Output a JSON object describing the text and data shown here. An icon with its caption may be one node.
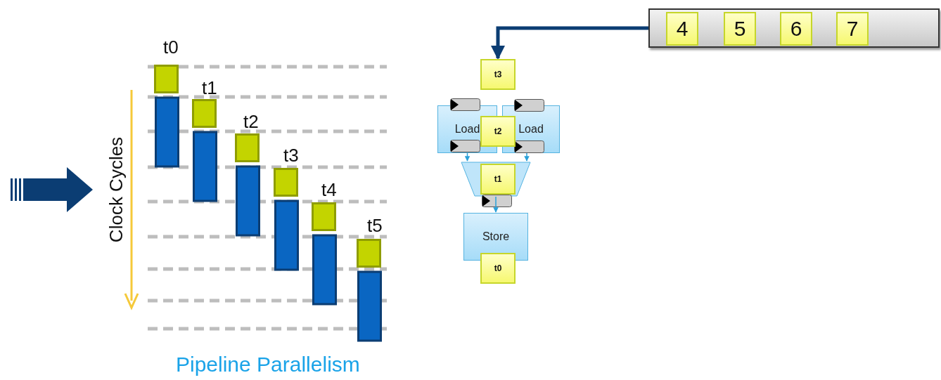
{
  "diagram": {
    "caption": "Pipeline Parallelism",
    "nodes": [
      {
        "text": [],
        "shape": "box"
      },
      {
        "text": [
          "4"
        ],
        "in": 0
      },
      {
        "text": [
          "5"
        ],
        "in": 0
      },
      {
        "text": [
          "6"
        ],
        "in": 0
      },
      {
        "text": [
          "7"
        ],
        "in": 0
      },
      {
        "text": [
          "t3"
        ]
      },
      {
        "text": [
          "Load"
        ]
      },
      {
        "text": [
          "Load"
        ]
      },
      {
        "text": [
          "t2"
        ]
      },
      {
        "text": [],
        "shape": "trapezoid"
      },
      {
        "text": [
          "t1"
        ],
        "in": 9
      },
      {
        "text": [
          "Store"
        ]
      },
      {
        "text": [
          "t0"
        ]
      }
    ],
    "edges": [
      {
        "from": 0,
        "to": 5,
        "arrow": "to",
        "style": "thick",
        "color": "#0b3d73"
      },
      {
        "from": 6,
        "to": 9,
        "arrow": "to"
      },
      {
        "from": 7,
        "to": 9,
        "arrow": "to"
      },
      {
        "from": 9,
        "to": 11,
        "arrow": "to"
      }
    ],
    "labels": [
      "t0",
      "t1",
      "t2",
      "t3",
      "t4",
      "t5",
      "Clock Cycles"
    ]
  }
}
